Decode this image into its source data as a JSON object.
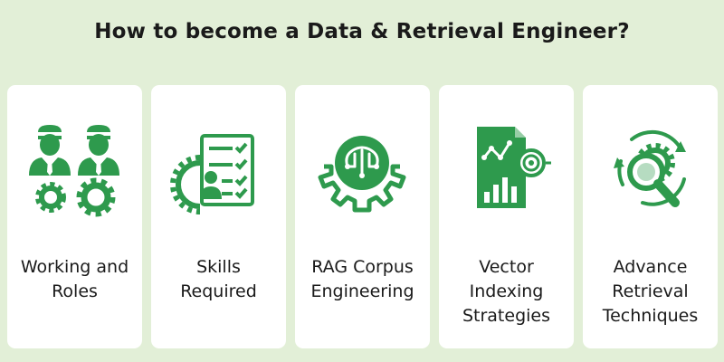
{
  "title": "How to become a Data & Retrieval Engineer?",
  "accent_color": "#2e9a4d",
  "cards": [
    {
      "label": "Working and\nRoles",
      "icon": "team-gears-icon"
    },
    {
      "label": "Skills\nRequired",
      "icon": "checklist-gear-icon"
    },
    {
      "label": "RAG Corpus\nEngineering",
      "icon": "brain-gear-icon"
    },
    {
      "label": "Vector\nIndexing\nStrategies",
      "icon": "chart-report-icon"
    },
    {
      "label": "Advance\nRetrieval\nTechniques",
      "icon": "search-gear-icon"
    }
  ]
}
